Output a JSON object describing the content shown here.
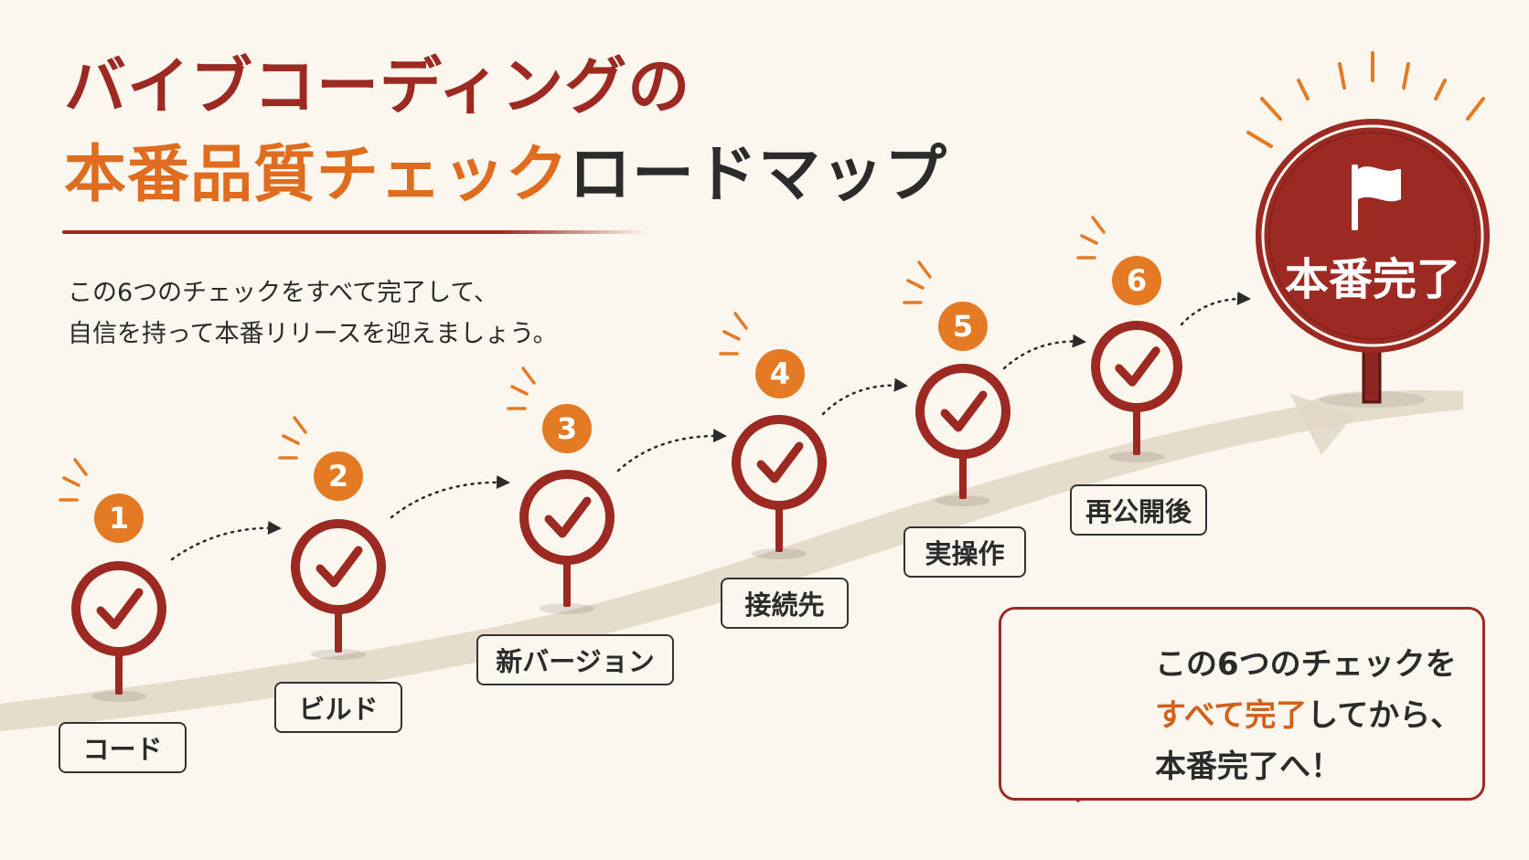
{
  "title": {
    "line1": "バイブコーディングの",
    "line2_highlight": "本番品質チェック",
    "line2_rest": "ロードマップ"
  },
  "subtitle": {
    "line1": "この6つのチェックをすべて完了して、",
    "line2": "自信を持って本番リリースを迎えましょう。"
  },
  "steps": [
    {
      "number": "1",
      "label": "コード"
    },
    {
      "number": "2",
      "label": "ビルド"
    },
    {
      "number": "3",
      "label": "新バージョン"
    },
    {
      "number": "4",
      "label": "接続先"
    },
    {
      "number": "5",
      "label": "実操作"
    },
    {
      "number": "6",
      "label": "再公開後"
    }
  ],
  "goal": {
    "label": "本番完了",
    "icon": "flag-icon"
  },
  "callout": {
    "icon": "shield-check-icon",
    "line1": "この6つのチェックを",
    "line2_highlight": "すべて完了",
    "line2_rest": "してから、",
    "line3": "本番完了へ！"
  },
  "colors": {
    "dark_red": "#9c2a22",
    "orange": "#e57a24",
    "text": "#2b2b2b",
    "background": "#fbf7ee",
    "path": "#e2d7c4"
  }
}
